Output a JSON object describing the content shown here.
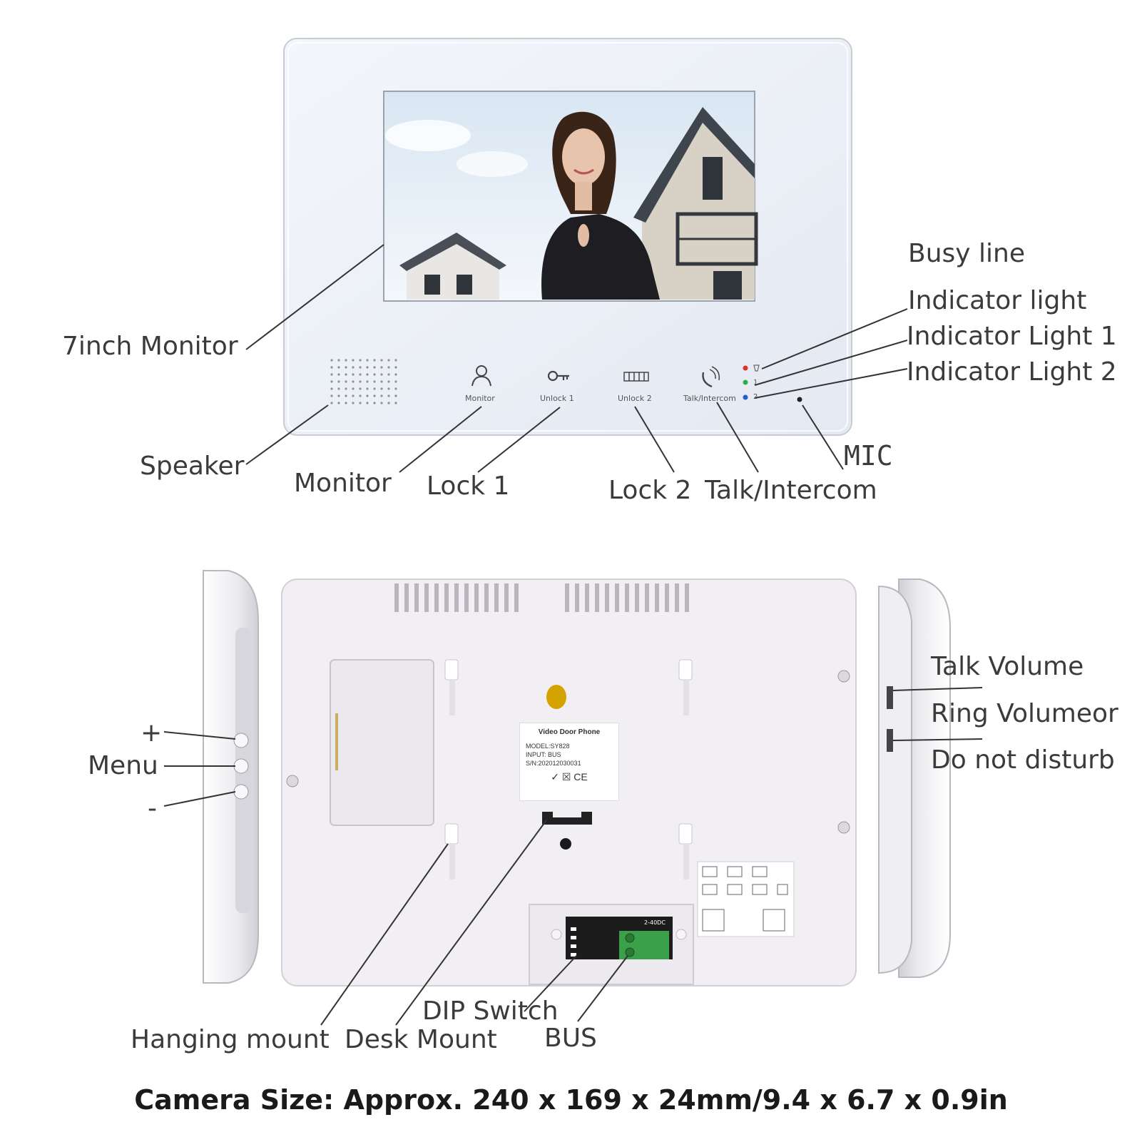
{
  "front": {
    "buttons": {
      "monitor": "Monitor",
      "unlock1": "Unlock 1",
      "unlock2": "Unlock 2",
      "talk": "Talk/Intercom",
      "led1": "1",
      "led2": "2"
    }
  },
  "callouts": {
    "monitor7": "7inch Monitor",
    "speaker": "Speaker",
    "monitor": "Monitor",
    "lock1": "Lock 1",
    "lock2": "Lock 2",
    "talk": "Talk/Intercom",
    "mic": "MIC",
    "busy_line": "Busy line",
    "indicator_light": "Indicator light",
    "indicator_light1": "Indicator Light 1",
    "indicator_light2": "Indicator Light 2",
    "plus": "+",
    "menu": "Menu",
    "minus": "-",
    "talk_volume": "Talk Volume",
    "ring_volume": "Ring Volumeor",
    "dnd": "Do not disturb",
    "hanging_mount": "Hanging mount",
    "desk_mount": "Desk Mount",
    "dip_switch": "DIP Switch",
    "bus": "BUS"
  },
  "sticker": {
    "title": "Video Door Phone",
    "model": "MODEL:SY828",
    "input": "INPUT:  BUS",
    "sn": "S/N:202012030031",
    "marks": "✓ ☒ CE"
  },
  "terminal": {
    "dc": "2-40DC"
  },
  "footer": "Camera Size: Approx. 240 x 169 x 24mm/9.4 x 6.7 x 0.9in",
  "colors": {
    "front_panel": "#eef2f8",
    "back_panel": "#f1eef4",
    "terminal_green": "#3aa04a",
    "led_red": "#e0302a",
    "led_green": "#2ab04a",
    "led_blue": "#2a58d0"
  }
}
